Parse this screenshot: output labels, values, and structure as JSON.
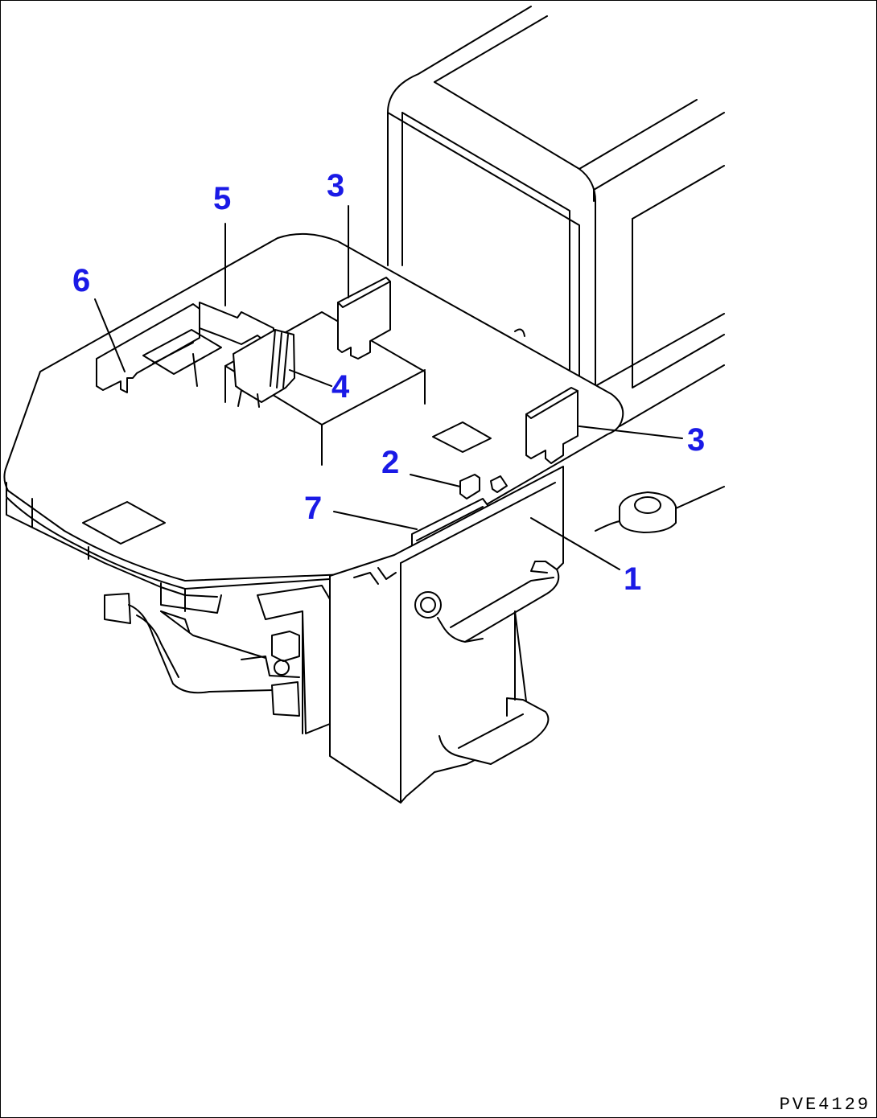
{
  "drawing": {
    "code": "PVE4129",
    "callout_color": "#1a1ae6",
    "line_color": "#000000"
  },
  "callouts": [
    {
      "id": "1",
      "label": "1"
    },
    {
      "id": "2",
      "label": "2"
    },
    {
      "id": "3a",
      "label": "3"
    },
    {
      "id": "3b",
      "label": "3"
    },
    {
      "id": "4",
      "label": "4"
    },
    {
      "id": "5",
      "label": "5"
    },
    {
      "id": "6",
      "label": "6"
    },
    {
      "id": "7",
      "label": "7"
    }
  ]
}
